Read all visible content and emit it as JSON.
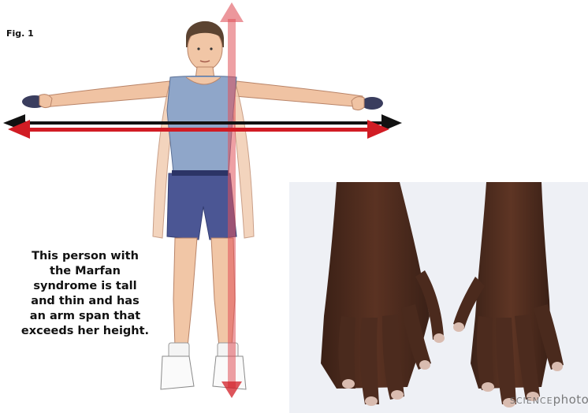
{
  "figure": {
    "label": "Fig. 1",
    "caption_lines": [
      "This person with",
      "the Marfan",
      "syndrome is tall",
      "and thin and has",
      "an arm span that",
      "exceeds her height."
    ],
    "arrow_colors": {
      "height": "#e0525a",
      "arm_span_red": "#d11c24",
      "arm_span_black": "#111111"
    },
    "icons": [
      "height-arrow-icon",
      "arm-span-arrow-icon"
    ]
  },
  "photo": {
    "watermark_prefix": "SCIENCE",
    "watermark_suffix": "photol"
  }
}
